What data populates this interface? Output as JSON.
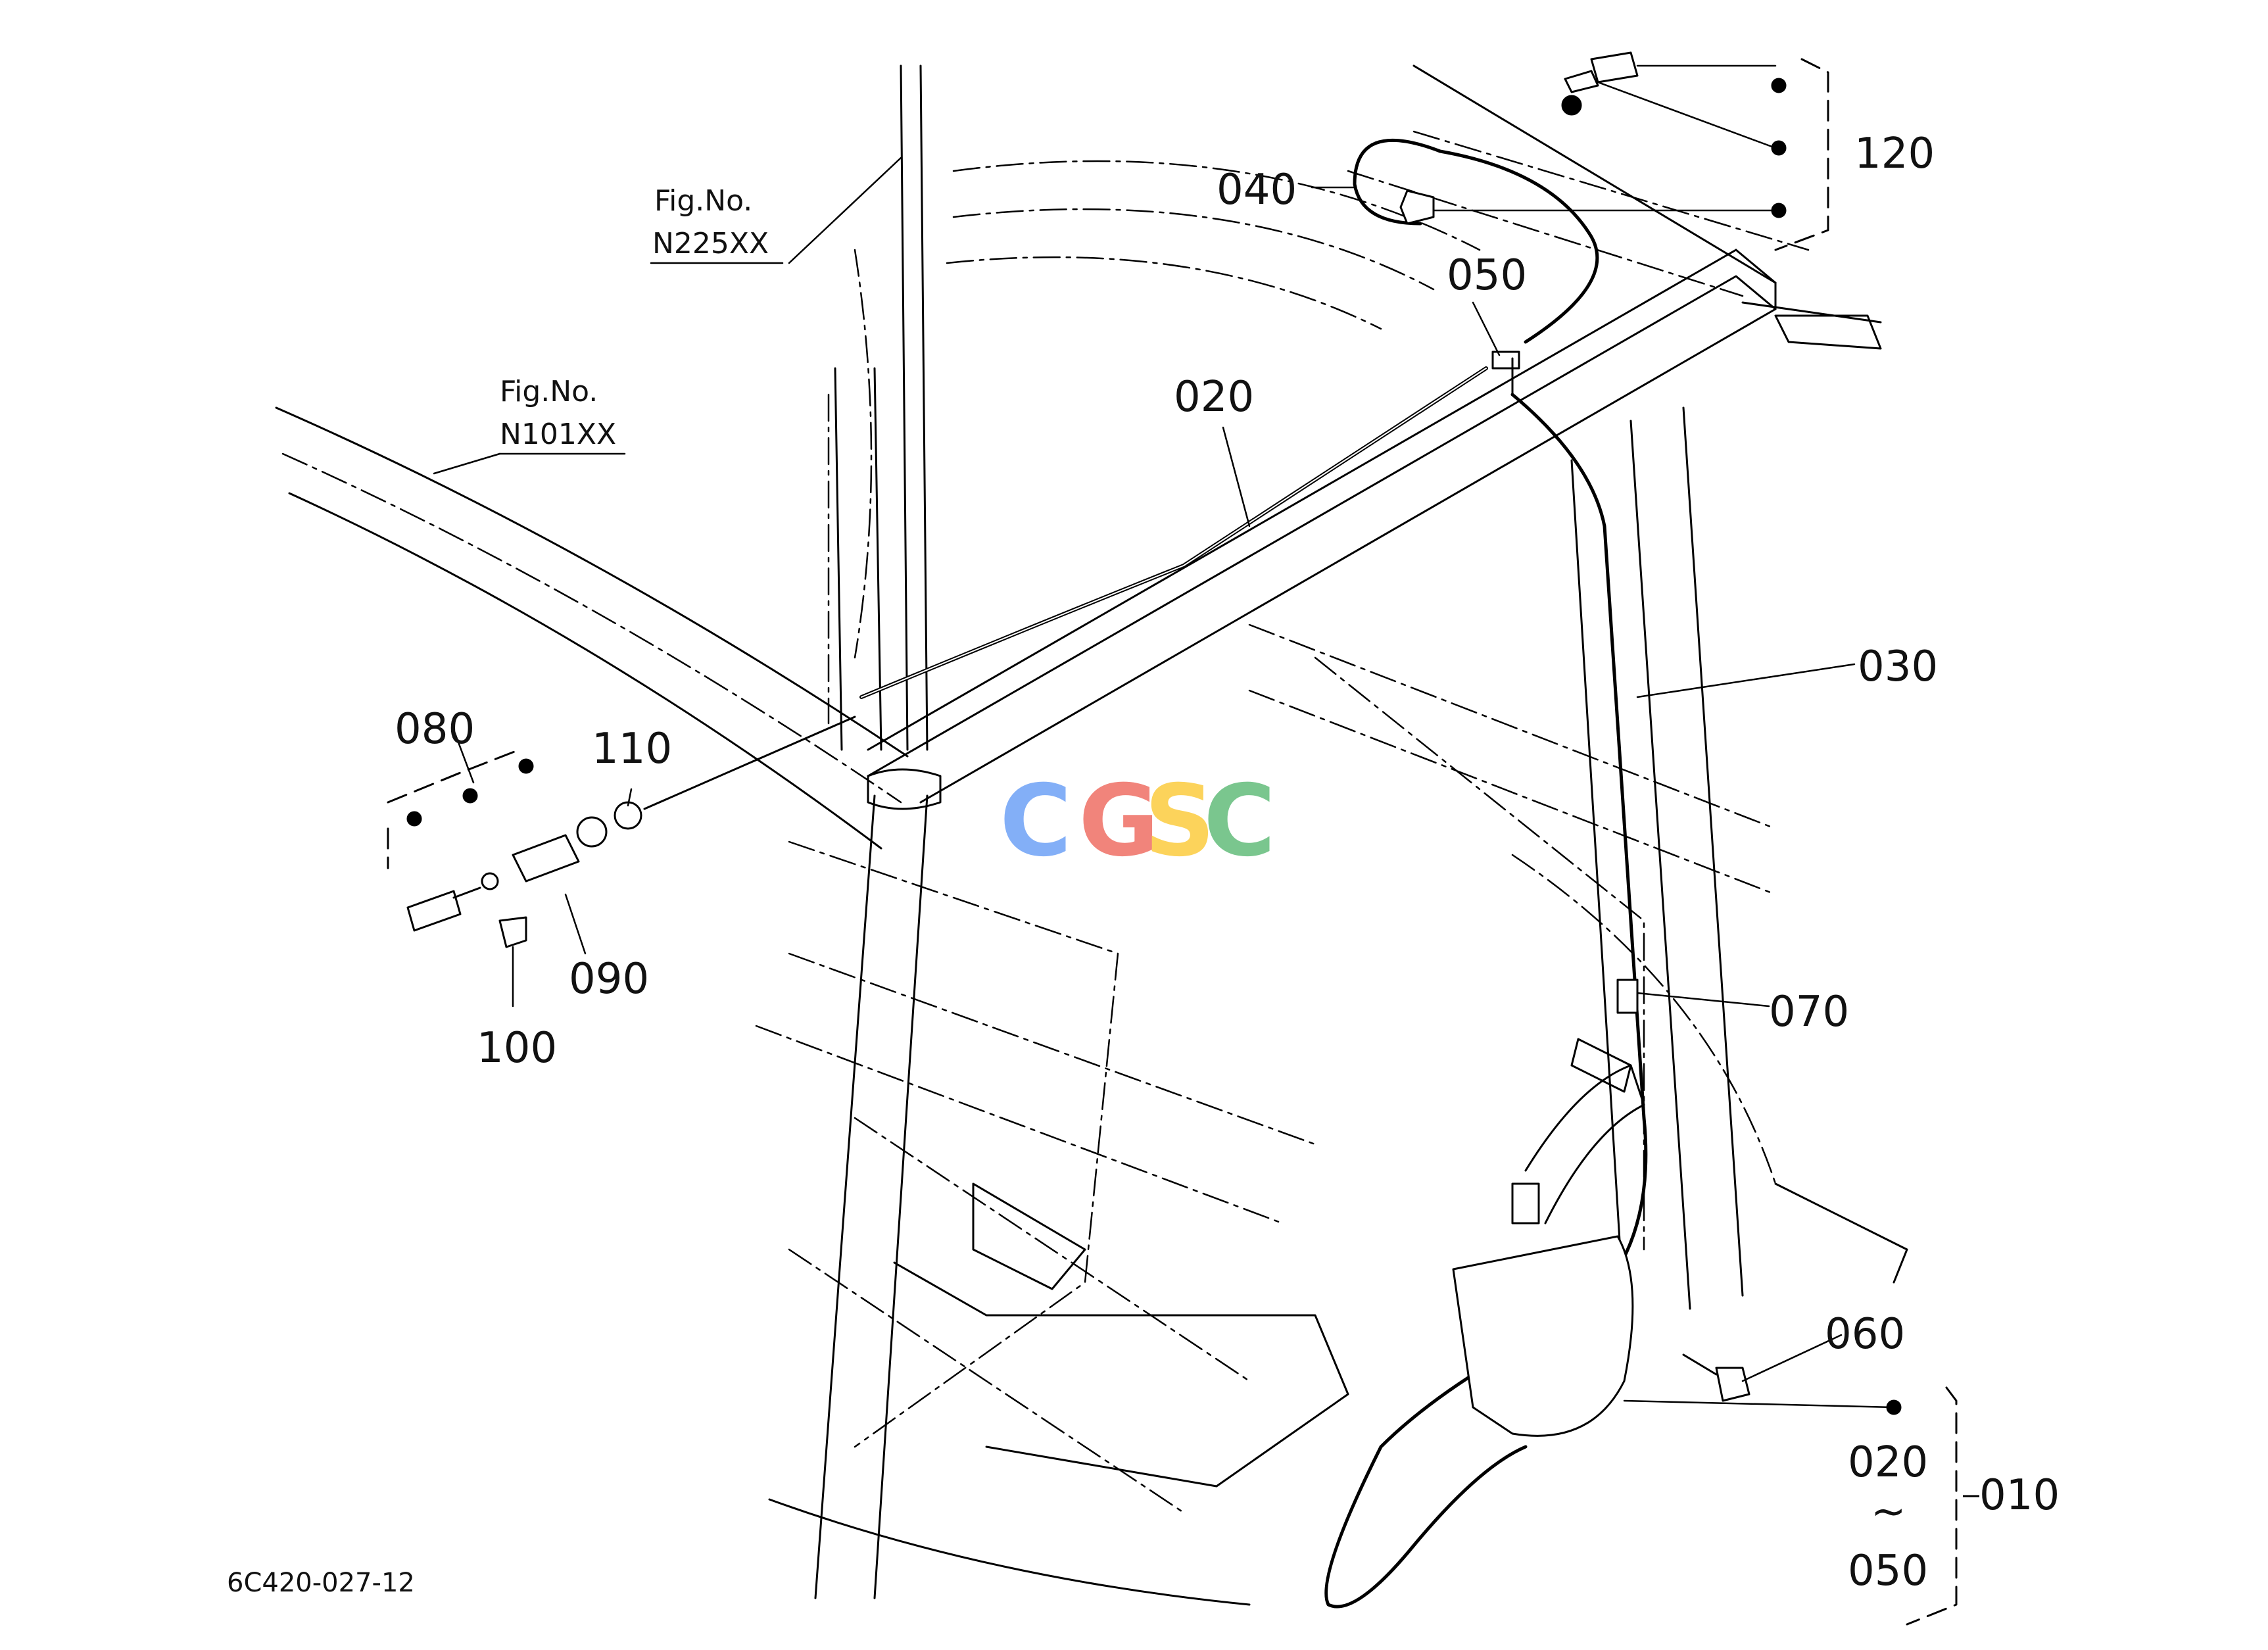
{
  "figure_refs": [
    {
      "id": "fig-n225",
      "label": "Fig.No.",
      "number": "N225XX"
    },
    {
      "id": "fig-n101",
      "label": "Fig.No.",
      "number": "N101XX"
    }
  ],
  "callouts": {
    "c010": "010",
    "c020": "020",
    "c030": "030",
    "c040": "040",
    "c050": "050",
    "c060": "060",
    "c070": "070",
    "c080": "080",
    "c090": "090",
    "c100": "100",
    "c110": "110",
    "c120": "120"
  },
  "range_group": {
    "from": "020",
    "separator": "~",
    "to": "050"
  },
  "drawing_code": "6C420-027-12",
  "watermark": {
    "letters": [
      "C",
      "G",
      "S",
      "C"
    ],
    "colors": [
      "#4285F4",
      "#EA4335",
      "#FBBC05",
      "#34A853"
    ]
  }
}
